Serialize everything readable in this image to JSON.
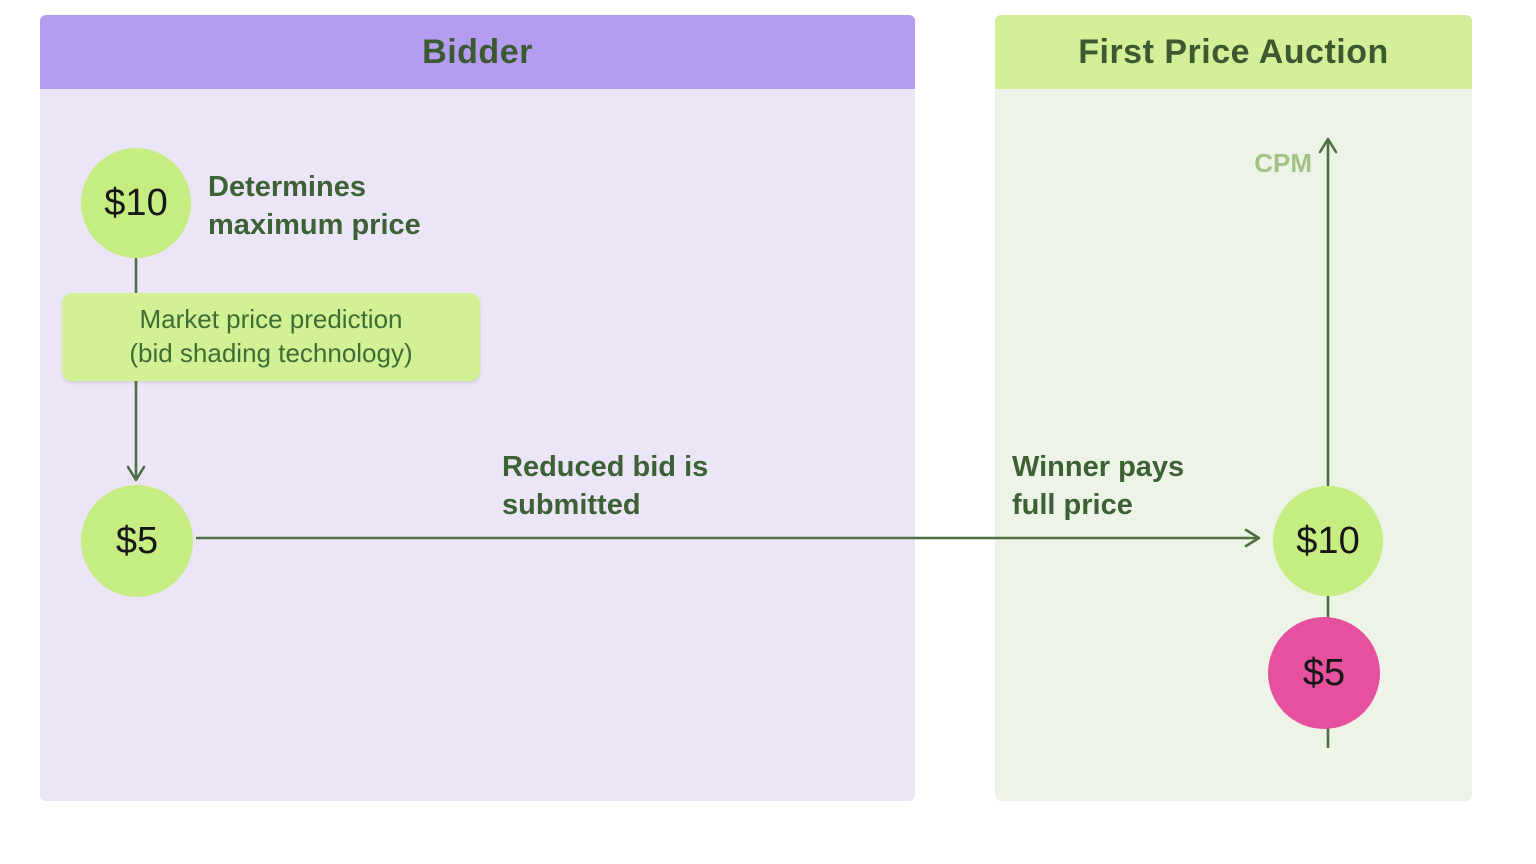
{
  "bidder_panel": {
    "title": "Bidder",
    "max_price_value": "$10",
    "max_price_caption": "Determines maximum price",
    "prediction_line1": "Market price prediction",
    "prediction_line2": "(bid shading technology)",
    "shaded_bid_value": "$5",
    "submit_arrow_caption": "Reduced bid is submitted"
  },
  "auction_panel": {
    "title": "First Price Auction",
    "axis_label": "CPM",
    "winning_bid_value": "$10",
    "second_bid_value": "$5",
    "winner_caption": "Winner pays full price"
  },
  "colors": {
    "bidder_header": "#b49df1",
    "bidder_body": "#ece5f8",
    "auction_header": "#d3ef97",
    "auction_body": "#edf3e6",
    "node_green": "#c5ed82",
    "node_pink": "#e5519e",
    "prediction_box": "#d2f094",
    "arrow_green": "#4d7040",
    "text_green": "#3c6134",
    "axis_label_green": "#a2c287"
  }
}
